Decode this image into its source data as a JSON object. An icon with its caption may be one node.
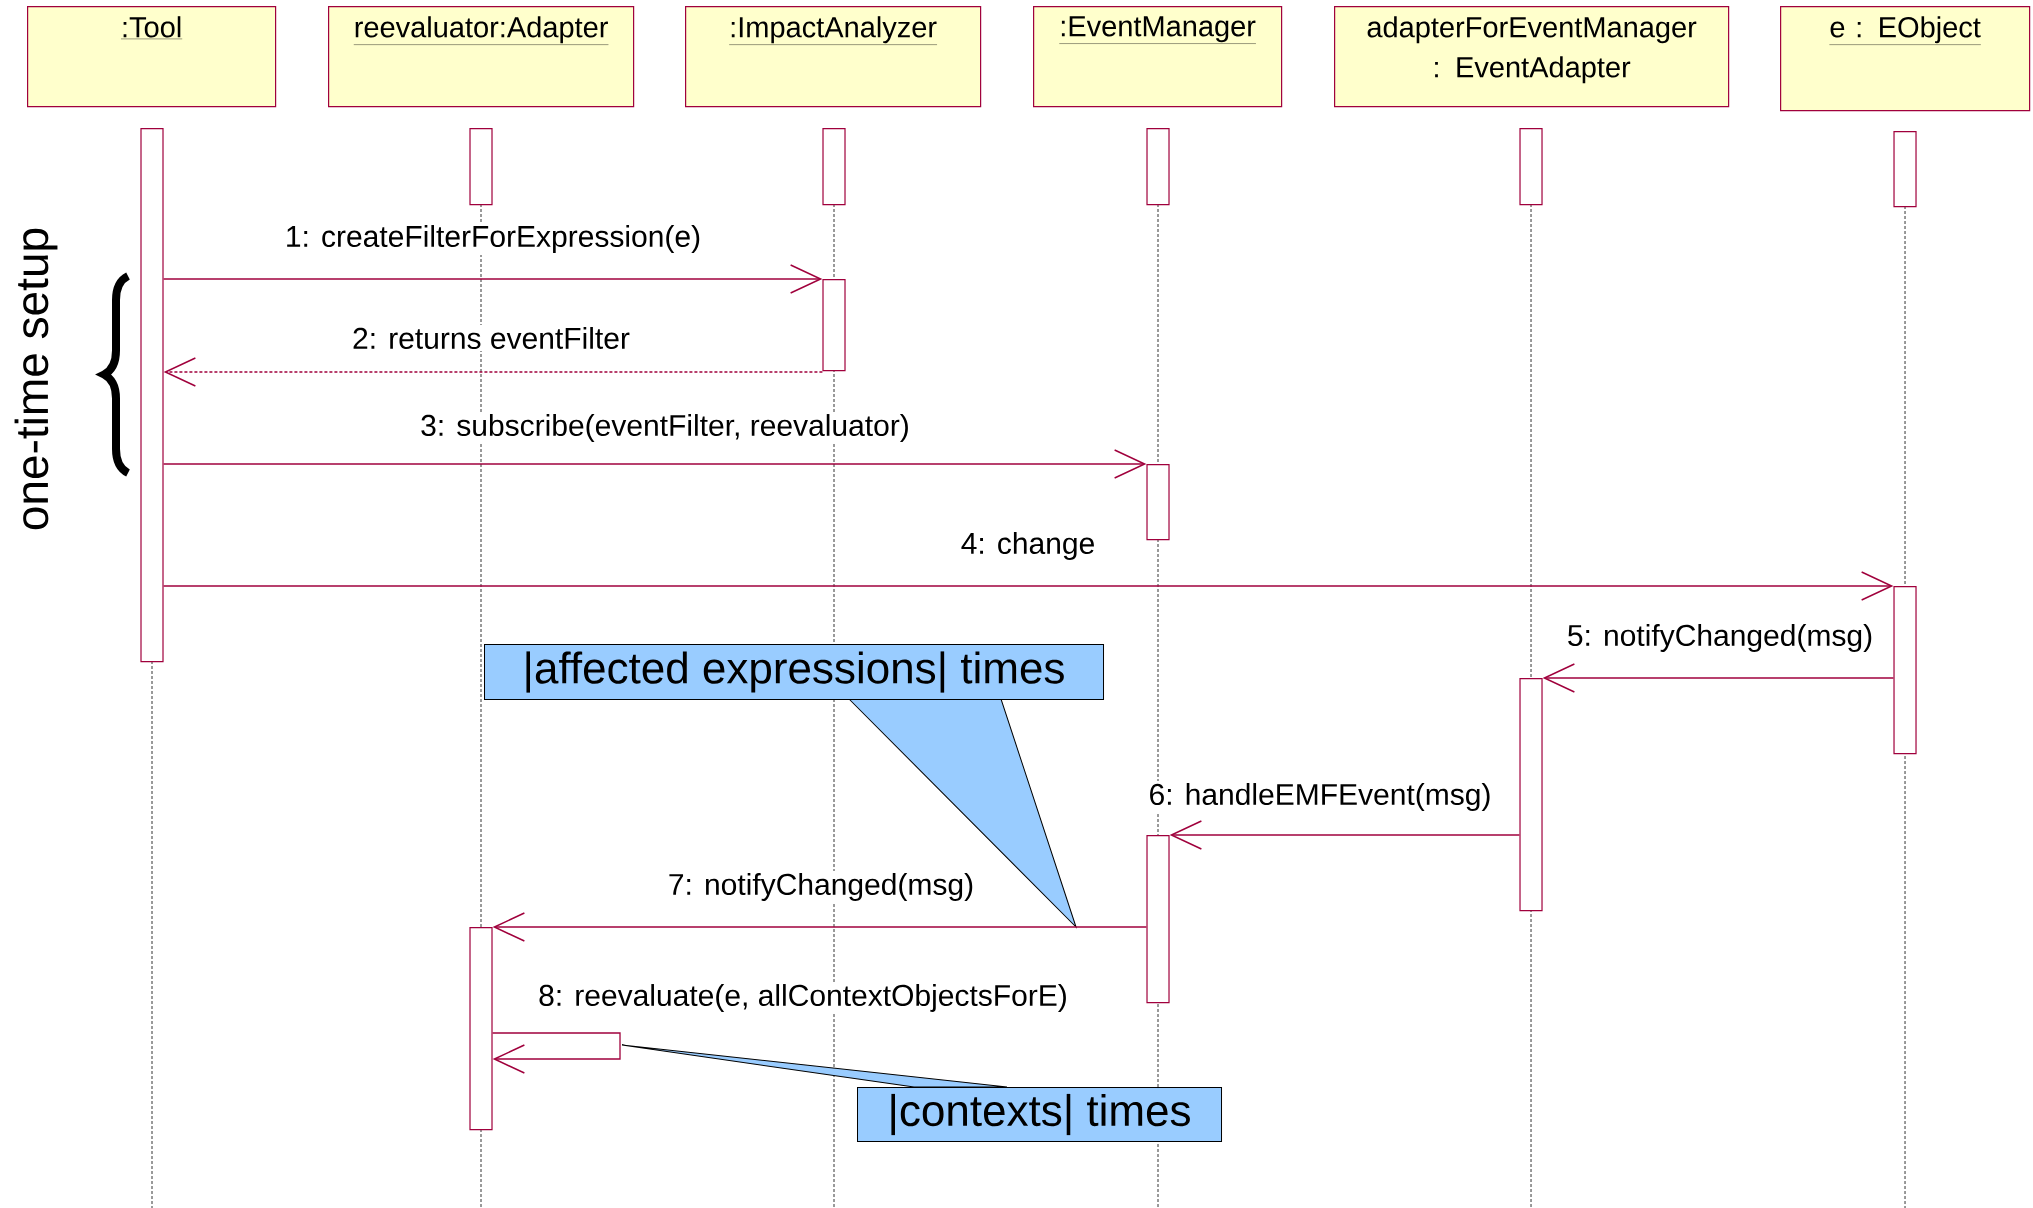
{
  "diagram": {
    "nodes": [
      {
        "text": [
          ":Tool"
        ]
      },
      {
        "text": [
          "reevaluator:Adapter"
        ]
      },
      {
        "text": [
          ":ImpactAnalyzer"
        ]
      },
      {
        "text": [
          ":EventManager"
        ]
      },
      {
        "text": [
          "adapterForEventManager : EventAdapter"
        ]
      },
      {
        "text": [
          "e : EObject"
        ]
      },
      {
        "text": [],
        "shape": "bar"
      },
      {
        "text": [],
        "shape": "bar"
      },
      {
        "text": [],
        "shape": "bar"
      },
      {
        "text": [],
        "shape": "bar"
      },
      {
        "text": [],
        "shape": "bar"
      },
      {
        "text": [],
        "shape": "bar"
      },
      {
        "text": [],
        "shape": "bar"
      },
      {
        "text": [],
        "shape": "bar"
      },
      {
        "text": [],
        "shape": "bar"
      },
      {
        "text": [],
        "shape": "bar"
      },
      {
        "text": [],
        "shape": "bar"
      },
      {
        "text": [],
        "shape": "bar"
      },
      {
        "text": [
          "|affected expressions| times"
        ]
      },
      {
        "text": [
          "|contexts| times"
        ]
      }
    ],
    "edges": [
      {
        "from": 6,
        "to": 12,
        "arrow": "to",
        "label": "1: createFilterForExpression(e)"
      },
      {
        "from": 12,
        "to": 6,
        "arrow": "to",
        "label": "2: returns eventFilter",
        "style": "dashed"
      },
      {
        "from": 6,
        "to": 13,
        "arrow": "to",
        "label": "3: subscribe(eventFilter, reevaluator)"
      },
      {
        "from": 6,
        "to": 14,
        "arrow": "to",
        "label": "4: change"
      },
      {
        "from": 14,
        "to": 15,
        "arrow": "to",
        "label": "5: notifyChanged(msg)"
      },
      {
        "from": 15,
        "to": 16,
        "arrow": "to",
        "label": "6: handleEMFEvent(msg)"
      },
      {
        "from": 16,
        "to": 17,
        "arrow": "to",
        "label": "7: notifyChanged(msg)"
      },
      {
        "from": 17,
        "to": 17,
        "arrow": "to",
        "label": "8: reevaluate(e, allContextObjectsForE)"
      }
    ],
    "labels": [
      "one-time setup"
    ]
  }
}
